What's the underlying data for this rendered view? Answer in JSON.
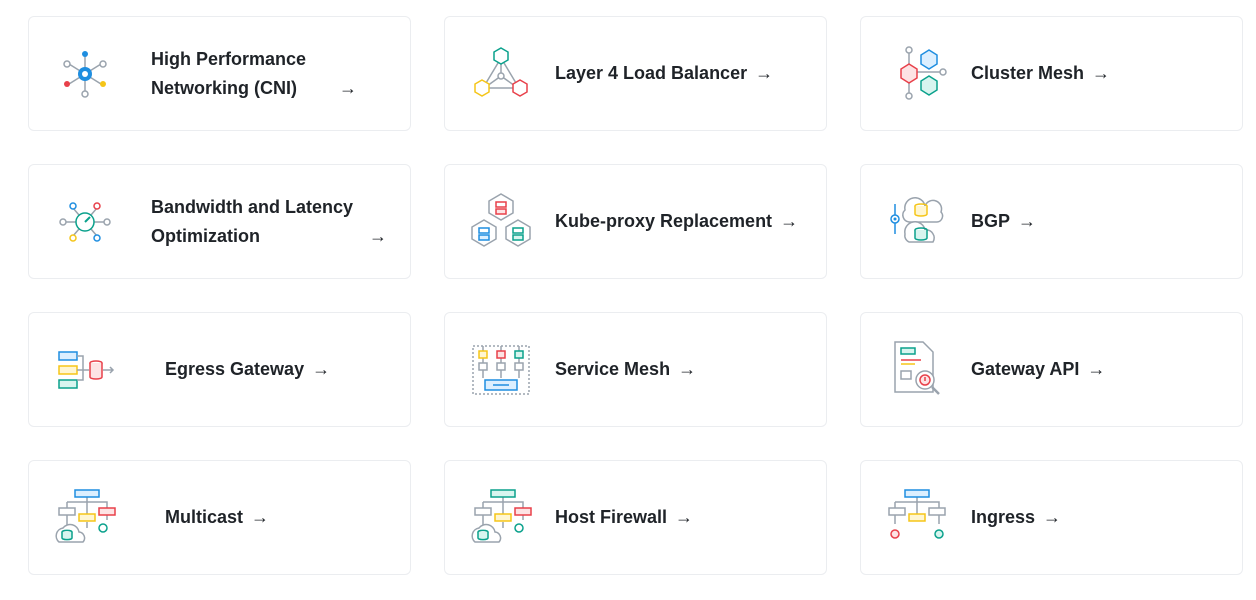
{
  "features": [
    {
      "label": "High Performance Networking (CNI)",
      "arrow": "→",
      "icon": "network-cni-icon"
    },
    {
      "label": "Layer 4 Load Balancer",
      "arrow": "→",
      "icon": "load-balancer-icon"
    },
    {
      "label": "Cluster Mesh",
      "arrow": "→",
      "icon": "cluster-mesh-icon"
    },
    {
      "label": "Bandwidth and Latency Optimization",
      "arrow": "→",
      "icon": "bandwidth-gauge-icon"
    },
    {
      "label": "Kube-proxy Replacement",
      "arrow": "→",
      "icon": "kube-proxy-icon"
    },
    {
      "label": "BGP",
      "arrow": "→",
      "icon": "bgp-icon"
    },
    {
      "label": "Egress Gateway",
      "arrow": "→",
      "icon": "egress-gateway-icon"
    },
    {
      "label": "Service Mesh",
      "arrow": "→",
      "icon": "service-mesh-icon"
    },
    {
      "label": "Gateway API",
      "arrow": "→",
      "icon": "gateway-api-icon"
    },
    {
      "label": "Multicast",
      "arrow": "→",
      "icon": "multicast-icon"
    },
    {
      "label": "Host Firewall",
      "arrow": "→",
      "icon": "host-firewall-icon"
    },
    {
      "label": "Ingress",
      "arrow": "→",
      "icon": "ingress-icon"
    }
  ],
  "colors": {
    "blue": "#1f8ee0",
    "teal": "#0aa18c",
    "red": "#e8404a",
    "yellow": "#f5c518",
    "gray": "#9aa3ad",
    "border": "#ebedf0"
  }
}
